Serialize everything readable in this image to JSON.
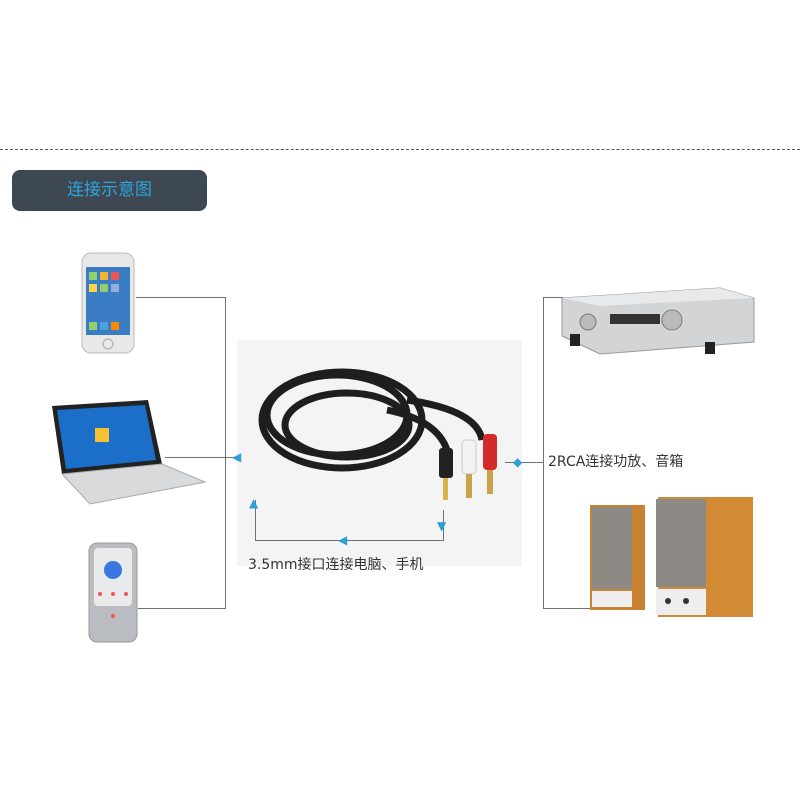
{
  "header": {
    "badge_label": "连接示意图"
  },
  "labels": {
    "left_connector": "3.5mm接口连接电脑、手机",
    "right_connector": "2RCA连接功放、音箱"
  },
  "colors": {
    "accent": "#2da4dc",
    "badge_bg": "#3e4852"
  },
  "devices": {
    "left": [
      "smartphone",
      "laptop",
      "mp3-player"
    ],
    "right": [
      "amplifier",
      "speakers"
    ]
  }
}
